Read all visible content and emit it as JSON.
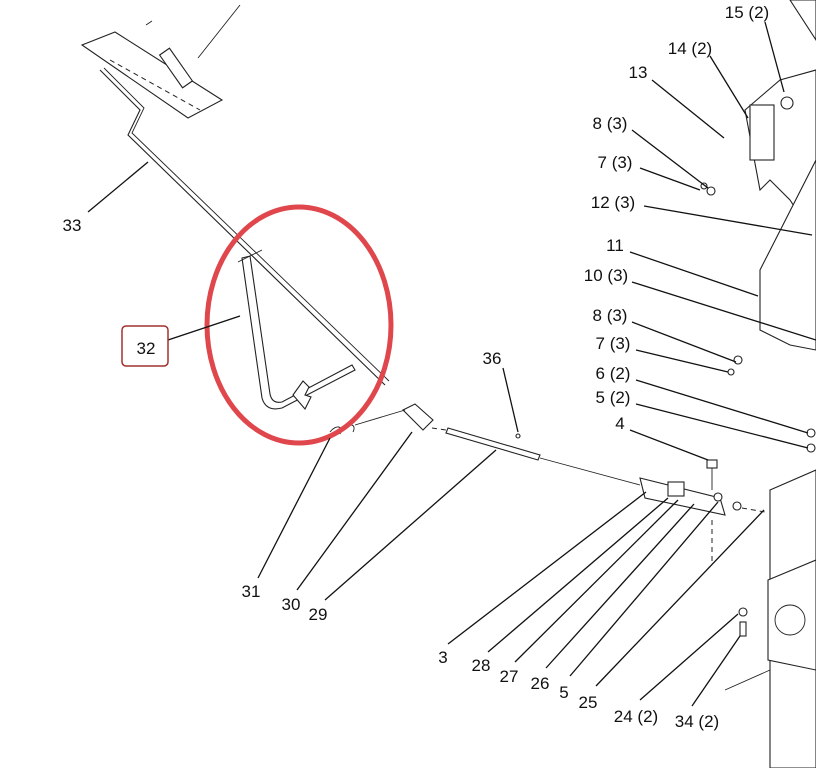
{
  "diagram": {
    "highlighted_part": "32",
    "highlight_color": "#e0474c",
    "callout_box_color": "#a0302c",
    "labels": {
      "p15": "15 (2)",
      "p14": "14 (2)",
      "p13": "13",
      "p8a": "8 (3)",
      "p7a": "7 (3)",
      "p12": "12 (3)",
      "p11": "11",
      "p10": "10 (3)",
      "p8b": "8 (3)",
      "p7b": "7 (3)",
      "p6": "6 (2)",
      "p5a": "5 (2)",
      "p4": "4",
      "p36": "36",
      "p33": "33",
      "p32": "32",
      "p31": "31",
      "p30": "30",
      "p29": "29",
      "p3": "3",
      "p28": "28",
      "p27": "27",
      "p26": "26",
      "p5b": "5",
      "p25": "25",
      "p24": "24 (2)",
      "p34": "34 (2)"
    }
  }
}
